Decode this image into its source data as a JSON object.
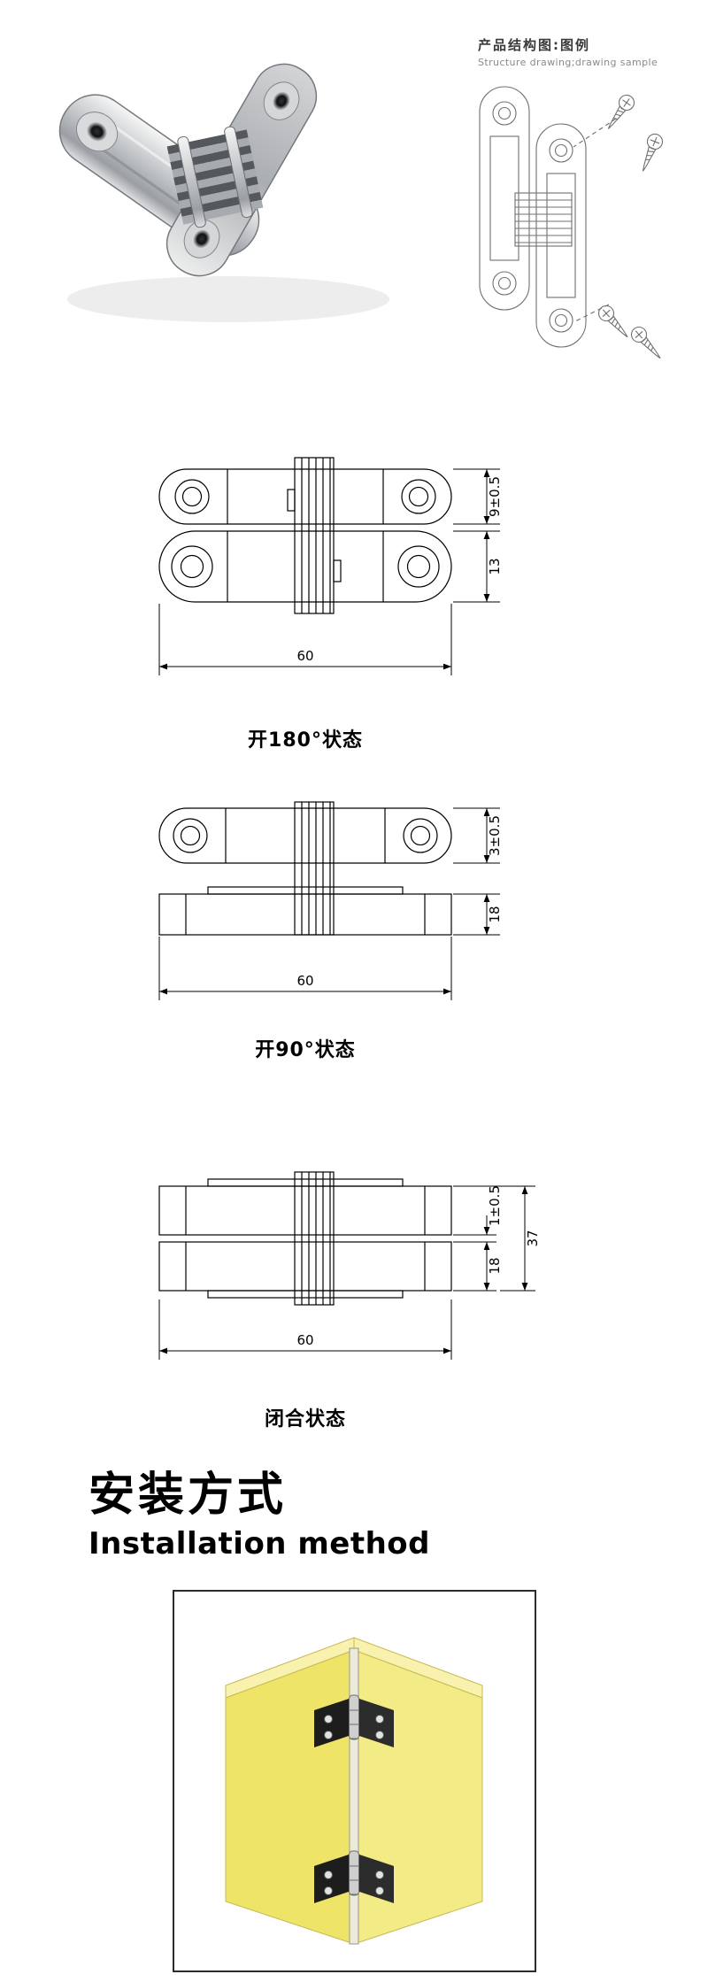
{
  "structure_legend": {
    "title_cn": "产品结构图:图例",
    "title_en": "Structure drawing;drawing sample"
  },
  "drawings": [
    {
      "caption": "开180°状态",
      "dim_top": "9±0.5",
      "dim_bottom": "13",
      "dim_width": "60"
    },
    {
      "caption": "开90°状态",
      "dim_top": "3±0.5",
      "dim_bottom": "18",
      "dim_width": "60"
    },
    {
      "caption": "闭合状态",
      "dim_gap": "1±0.5",
      "dim_overall": "37",
      "dim_bottom": "18",
      "dim_width": "60"
    }
  ],
  "installation": {
    "title_cn": "安装方式",
    "title_en": "Installation method"
  },
  "colors": {
    "panel_face_left": "#eee468",
    "panel_face_right": "#f3ec86",
    "panel_edge_top": "#f8f2ae",
    "panel_outline": "#c9b957",
    "hinge_dark": "#1d1d1d",
    "line": "#000000"
  }
}
